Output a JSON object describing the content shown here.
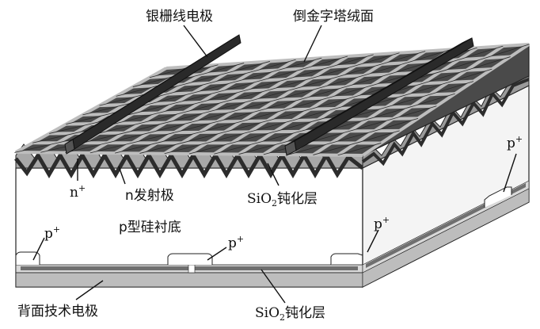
{
  "labels": {
    "grid_electrode": "银栅线电极",
    "pyramid_surface": "倒金字塔绒面",
    "n_plus": "n",
    "n_plus_sup": "+",
    "n_emitter": "n发射极",
    "sio2_top_si": "SiO",
    "sio2_top_sub": "2",
    "sio2_top_rest": "钝化层",
    "p_substrate": "p型硅衬底",
    "p_plus_1": "p",
    "p_plus_1_sup": "+",
    "p_plus_2": "p",
    "p_plus_2_sup": "+",
    "p_plus_3": "p",
    "p_plus_3_sup": "+",
    "p_plus_4": "p",
    "p_plus_4_sup": "+",
    "back_electrode": "背面技术电极",
    "sio2_bottom_si": "SiO",
    "sio2_bottom_sub": "2",
    "sio2_bottom_rest": "钝化层"
  },
  "colors": {
    "substrate": "#ffffff",
    "side_face": "#f2f2f2",
    "emitter_band": "#8c8c8c",
    "pyramid_dark": "#3a3a3a",
    "pyramid_mid": "#6a6a6a",
    "grid_line": "#bdbdbd",
    "busbar": "#7a7a7a",
    "busbar_dark": "#2a2a2a",
    "back_layer": "#9a9a9a",
    "back_layer_light": "#d8d8d8",
    "outline": "#222222"
  }
}
